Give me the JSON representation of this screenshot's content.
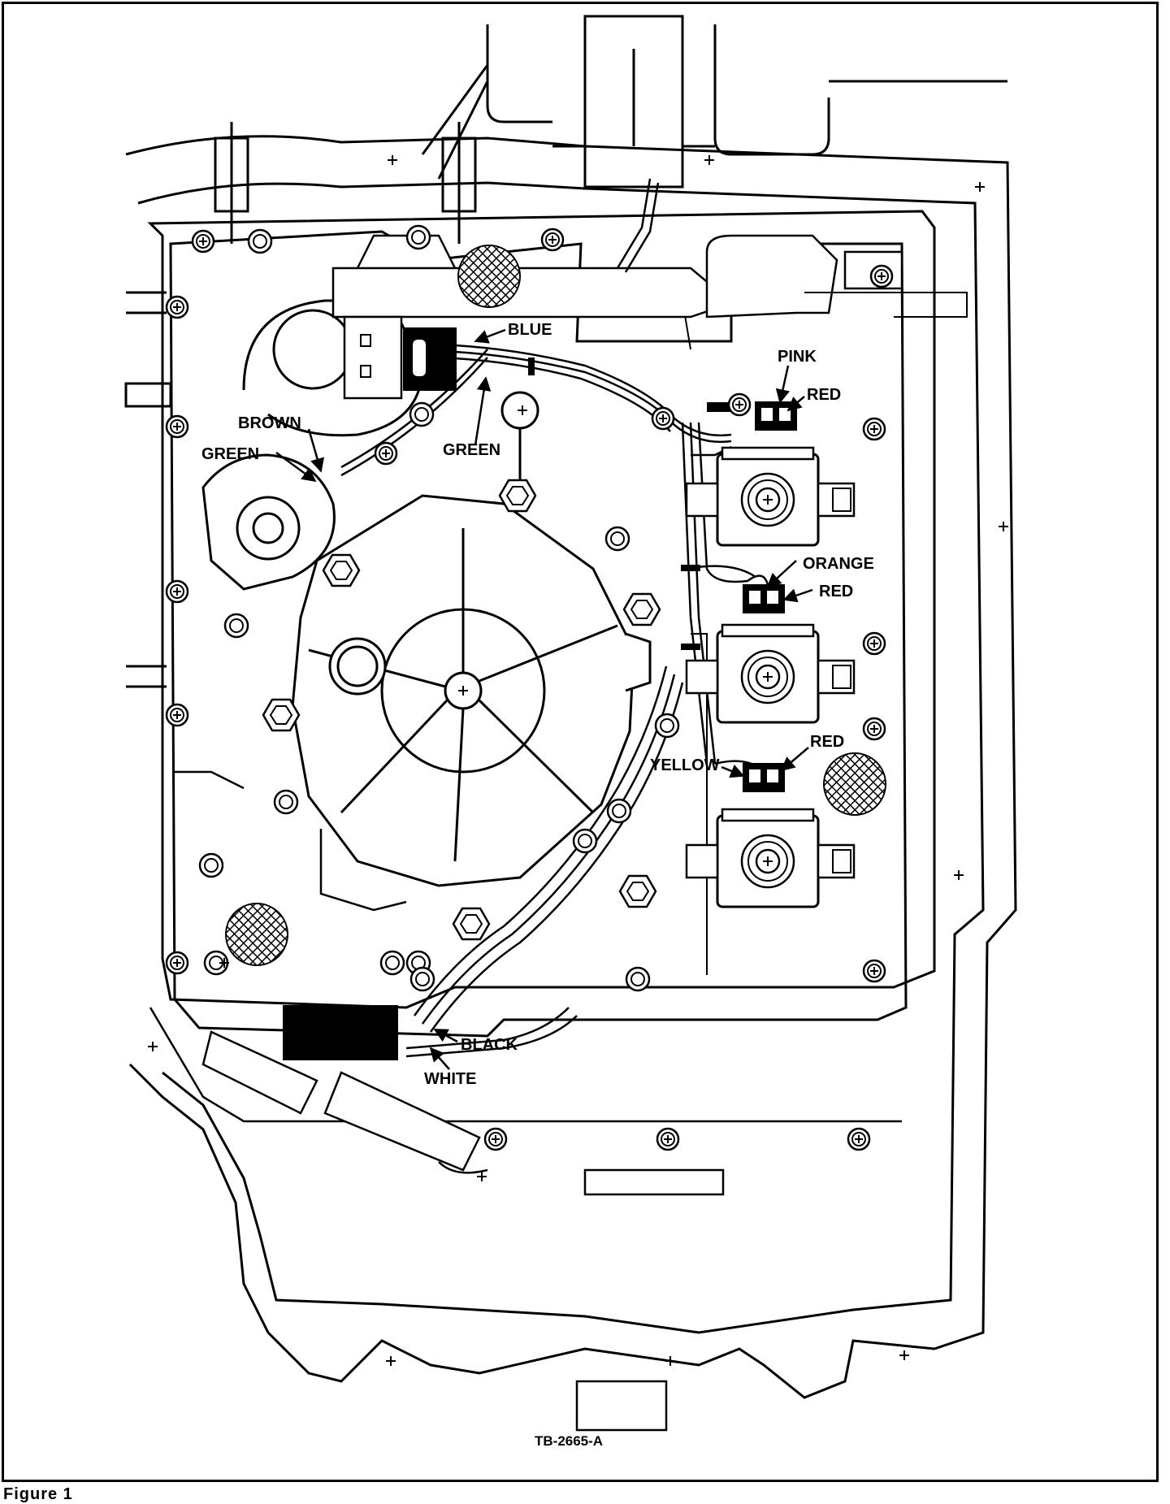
{
  "figure_caption": "Figure 1",
  "reference_code": "TB-2665-A",
  "wire_labels": {
    "blue": "BLUE",
    "brown": "BROWN",
    "green_left": "GREEN",
    "green_right": "GREEN",
    "pink": "PINK",
    "red_top": "RED",
    "orange": "ORANGE",
    "red_middle": "RED",
    "yellow": "YELLOW",
    "red_bottom": "RED",
    "black": "BLACK",
    "white": "WHITE"
  },
  "colors": {
    "ink": "#000000",
    "paper": "#ffffff"
  }
}
